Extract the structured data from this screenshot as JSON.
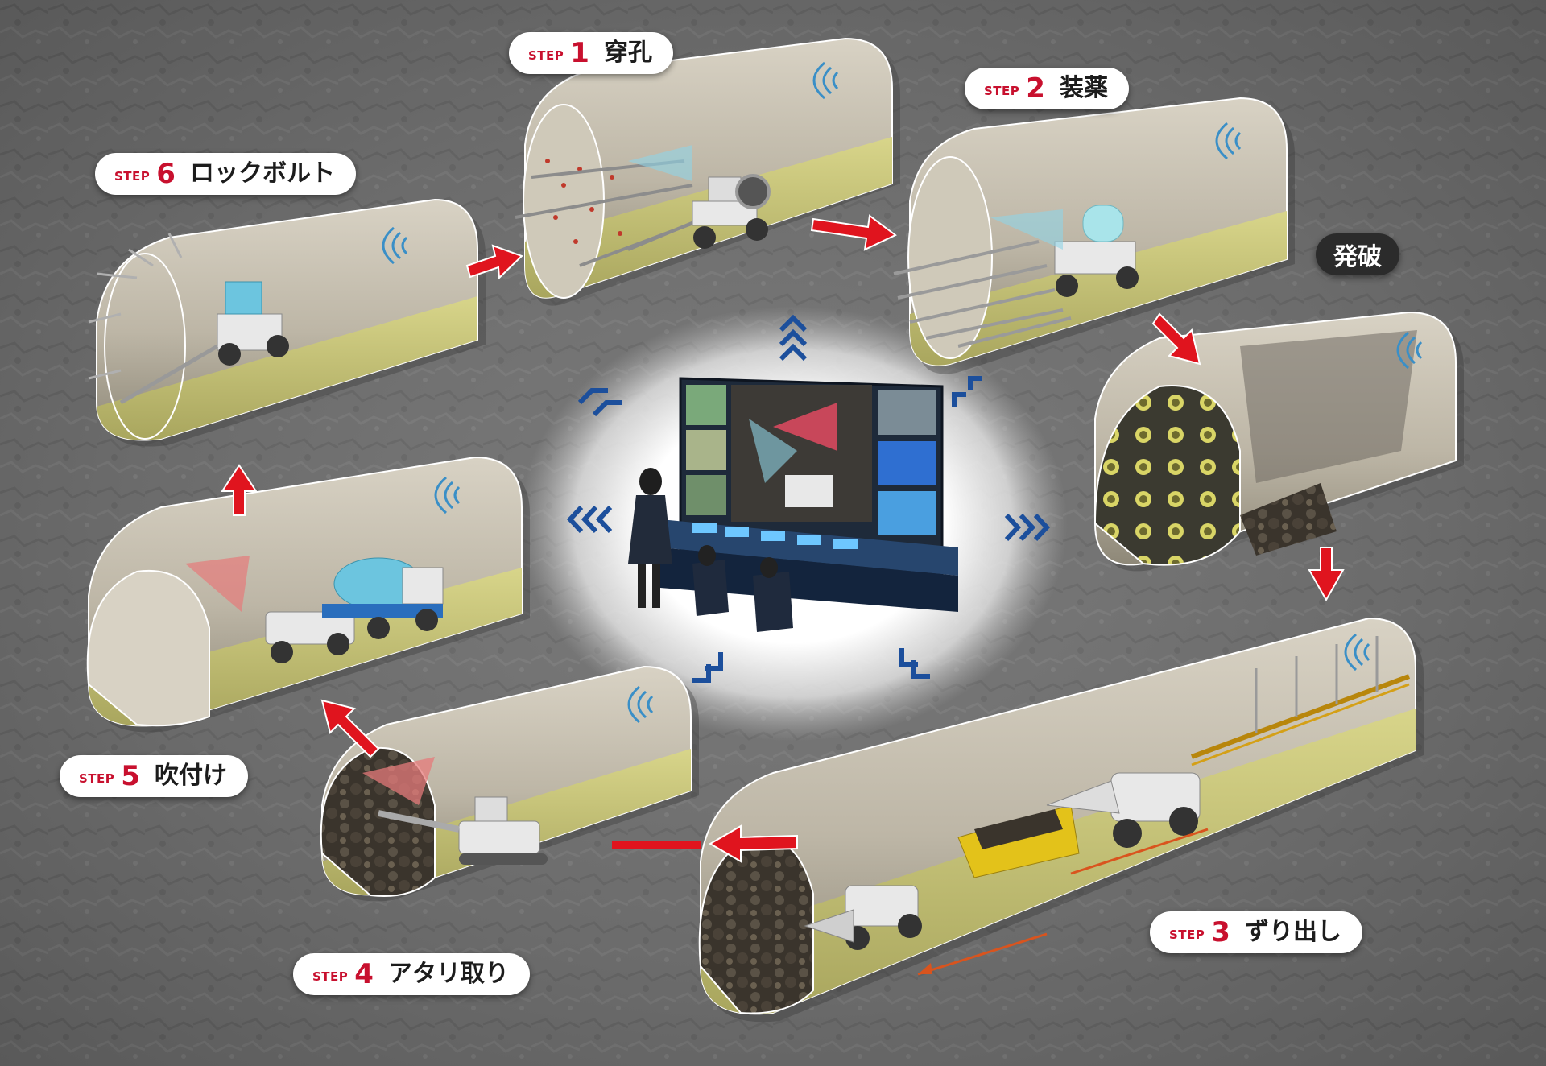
{
  "steps": [
    {
      "step_tag": "STEP",
      "number": "1",
      "name": "穿孔"
    },
    {
      "step_tag": "STEP",
      "number": "2",
      "name": "装薬"
    },
    {
      "step_tag": "STEP",
      "number": "3",
      "name": "ずり出し"
    },
    {
      "step_tag": "STEP",
      "number": "4",
      "name": "アタリ取り"
    },
    {
      "step_tag": "STEP",
      "number": "5",
      "name": "吹付け"
    },
    {
      "step_tag": "STEP",
      "number": "6",
      "name": "ロックボルト"
    }
  ],
  "blast_label": "発破",
  "colors": {
    "step_red": "#c8102e",
    "arrow_red": "#e0141e",
    "chevron_blue": "#1c4f9c",
    "floor_green": "#c9c77a",
    "rock_gray": "#6e6e6e"
  },
  "icons": {
    "wifi": "wifi-icon",
    "flow_arrow": "red-flow-arrow",
    "chevron": "blue-chevron-icon"
  }
}
